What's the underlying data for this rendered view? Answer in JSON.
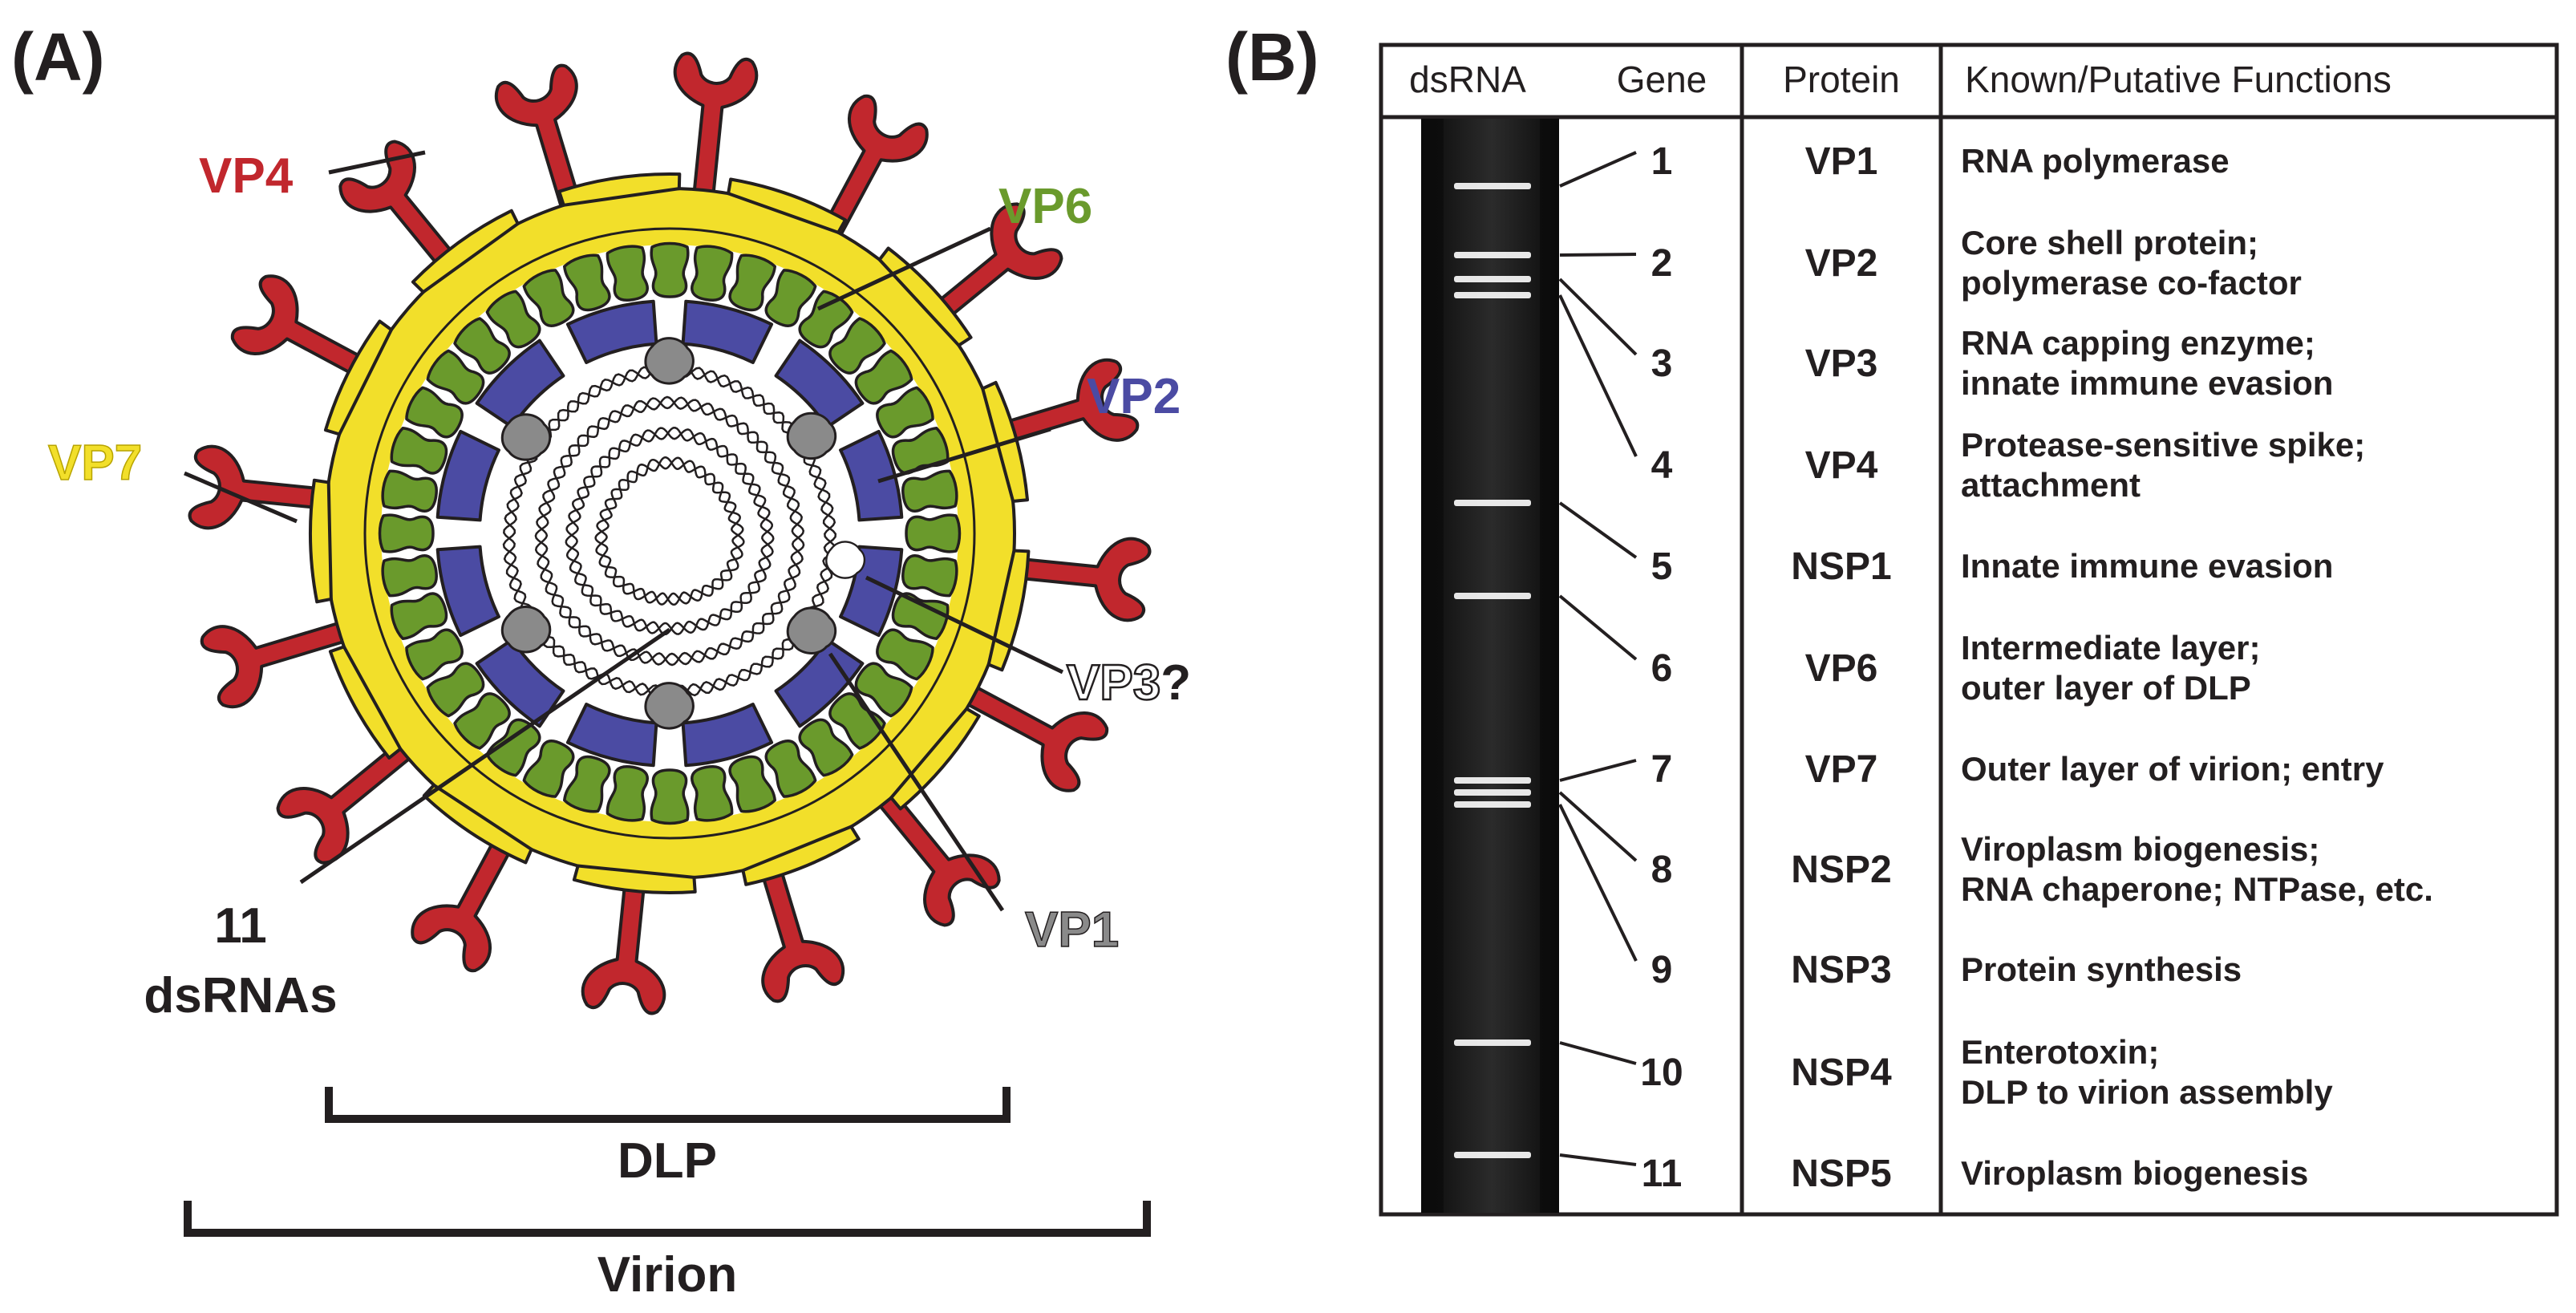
{
  "panel_a": {
    "letter": "(A)",
    "labels": {
      "vp4": "VP4",
      "vp6": "VP6",
      "vp2": "VP2",
      "vp7": "VP7",
      "vp3": "VP3",
      "vp3_mark": "?",
      "vp1": "VP1",
      "dsrna_count": "11",
      "dsrna_word": "dsRNAs",
      "dlp": "DLP",
      "virion": "Virion"
    },
    "colors": {
      "vp4": "#c1272d",
      "vp6": "#6a9a2c",
      "vp2": "#4b4ba3",
      "vp7": "#f2df2a",
      "vp1": "#8a8a8a",
      "vp3": "#ffffff",
      "outline": "#231f20"
    }
  },
  "panel_b": {
    "letter": "(B)",
    "headers": {
      "dsrna": "dsRNA",
      "gene": "Gene",
      "protein": "Protein",
      "functions": "Known/Putative Functions"
    },
    "rows": [
      {
        "gene": "1",
        "protein": "VP1",
        "functions": [
          "RNA polymerase"
        ]
      },
      {
        "gene": "2",
        "protein": "VP2",
        "functions": [
          "Core shell protein;",
          "polymerase co-factor"
        ]
      },
      {
        "gene": "3",
        "protein": "VP3",
        "functions": [
          "RNA capping enzyme;",
          "innate immune evasion"
        ]
      },
      {
        "gene": "4",
        "protein": "VP4",
        "functions": [
          "Protease-sensitive spike;",
          "attachment"
        ]
      },
      {
        "gene": "5",
        "protein": "NSP1",
        "functions": [
          "Innate immune evasion"
        ]
      },
      {
        "gene": "6",
        "protein": "VP6",
        "functions": [
          "Intermediate layer;",
          "outer layer of DLP"
        ]
      },
      {
        "gene": "7",
        "protein": "VP7",
        "functions": [
          "Outer layer of virion; entry"
        ]
      },
      {
        "gene": "8",
        "protein": "NSP2",
        "functions": [
          "Viroplasm biogenesis;",
          "RNA chaperone; NTPase, etc."
        ]
      },
      {
        "gene": "9",
        "protein": "NSP3",
        "functions": [
          "Protein synthesis"
        ]
      },
      {
        "gene": "10",
        "protein": "NSP4",
        "functions": [
          "Enterotoxin;",
          "DLP to virion assembly"
        ]
      },
      {
        "gene": "11",
        "protein": "NSP5",
        "functions": [
          "Viroplasm biogenesis"
        ]
      }
    ]
  }
}
